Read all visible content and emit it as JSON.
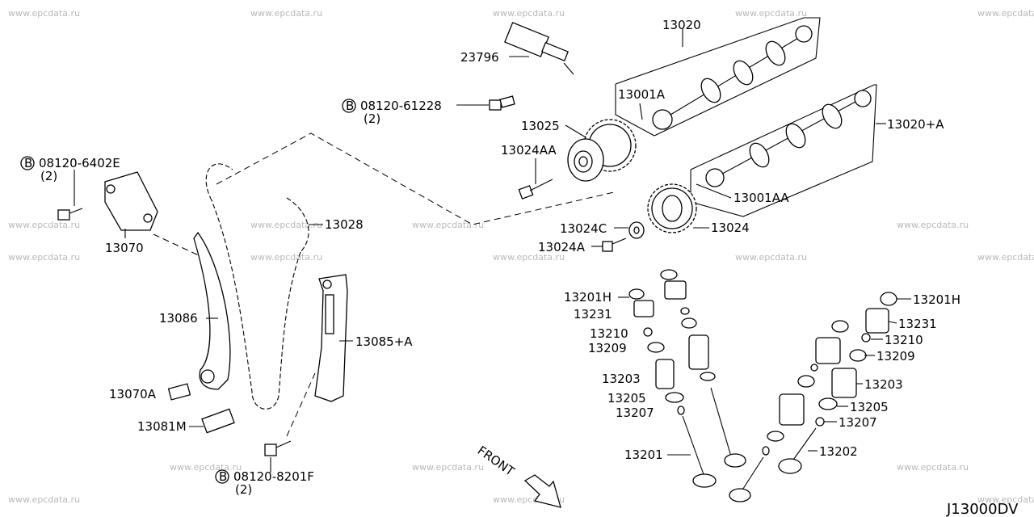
{
  "watermark": "www.epcdata.ru",
  "diagram_code": "J13000DV",
  "front_label": "FRONT",
  "parts": {
    "p23796": "23796",
    "p13020": "13020",
    "p13001A": "13001A",
    "p13020A": "13020+A",
    "p13025": "13025",
    "p13024AA": "13024AA",
    "p13001AA": "13001AA",
    "p13024C": "13024C",
    "p13024": "13024",
    "p13024A": "13024A",
    "p08120_61228": "08120-61228",
    "p08120_61228_qty": "(2)",
    "p08120_6402E": "08120-6402E",
    "p08120_6402E_qty": "(2)",
    "p13070": "13070",
    "p13028": "13028",
    "p13086": "13086",
    "p13085A": "13085+A",
    "p13070A": "13070A",
    "p13081M": "13081M",
    "p08120_8201F": "08120-8201F",
    "p08120_8201F_qty": "(2)",
    "p13201H_l": "13201H",
    "p13231_l": "13231",
    "p13210_l": "13210",
    "p13209_l": "13209",
    "p13203_l": "13203",
    "p13205_l": "13205",
    "p13207_l": "13207",
    "p13201": "13201",
    "p13201H_r": "13201H",
    "p13231_r": "13231",
    "p13210_r": "13210",
    "p13209_r": "13209",
    "p13203_r": "13203",
    "p13205_r": "13205",
    "p13207_r": "13207",
    "p13202": "13202"
  },
  "bolt_symbol": "B"
}
